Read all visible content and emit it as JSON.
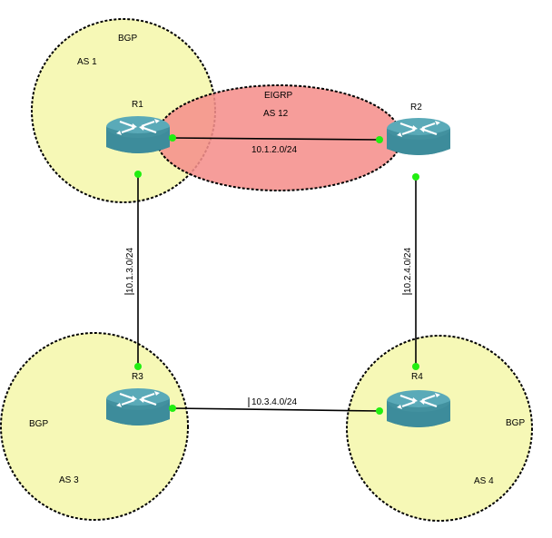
{
  "colors": {
    "bgp_zone_fill": "#f6f8b6",
    "eigrp_zone_fill": "#f58f8c",
    "zone_border": "#000000",
    "link_line": "#000000",
    "link_endpoint": "#22ee11",
    "router_body": "#3f8e9c"
  },
  "zones": {
    "as1": {
      "protocol": "BGP",
      "as_label": "AS 1"
    },
    "as12": {
      "protocol": "EIGRP",
      "as_label": "AS 12"
    },
    "as3": {
      "protocol": "BGP",
      "as_label": "AS 3"
    },
    "as4": {
      "protocol": "BGP",
      "as_label": "AS 4"
    }
  },
  "routers": {
    "r1": {
      "label": "R1",
      "icon": "router-icon"
    },
    "r2": {
      "label": "R2",
      "icon": "router-icon"
    },
    "r3": {
      "label": "R3",
      "icon": "router-icon"
    },
    "r4": {
      "label": "R4",
      "icon": "router-icon"
    }
  },
  "links": {
    "r1_r2": {
      "subnet": "10.1.2.0/24"
    },
    "r1_r3": {
      "subnet": "10.1.3.0/24"
    },
    "r2_r4": {
      "subnet": "10.2.4.0/24"
    },
    "r3_r4": {
      "subnet": "10.3.4.0/24"
    }
  }
}
